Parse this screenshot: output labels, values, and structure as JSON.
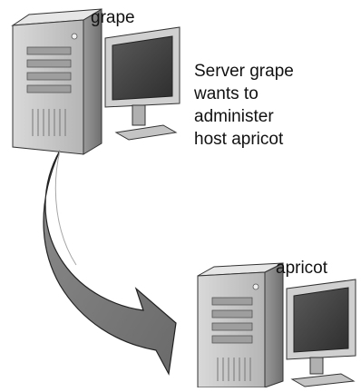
{
  "hosts": {
    "grape": {
      "name": "grape",
      "icon": "computer-icon"
    },
    "apricot": {
      "name": "apricot",
      "icon": "computer-icon"
    }
  },
  "description": {
    "lines": [
      "Server grape",
      "wants to",
      "administer",
      "host apricot"
    ]
  },
  "connector": {
    "icon": "curved-arrow-icon",
    "direction": "grape-to-apricot"
  },
  "colors": {
    "tower": "#c8c8c8",
    "tower_shadow": "#8a8a8a",
    "screen": "#4a4a4a",
    "arrow_fill": "#7c7c7c",
    "outline": "#222222"
  }
}
